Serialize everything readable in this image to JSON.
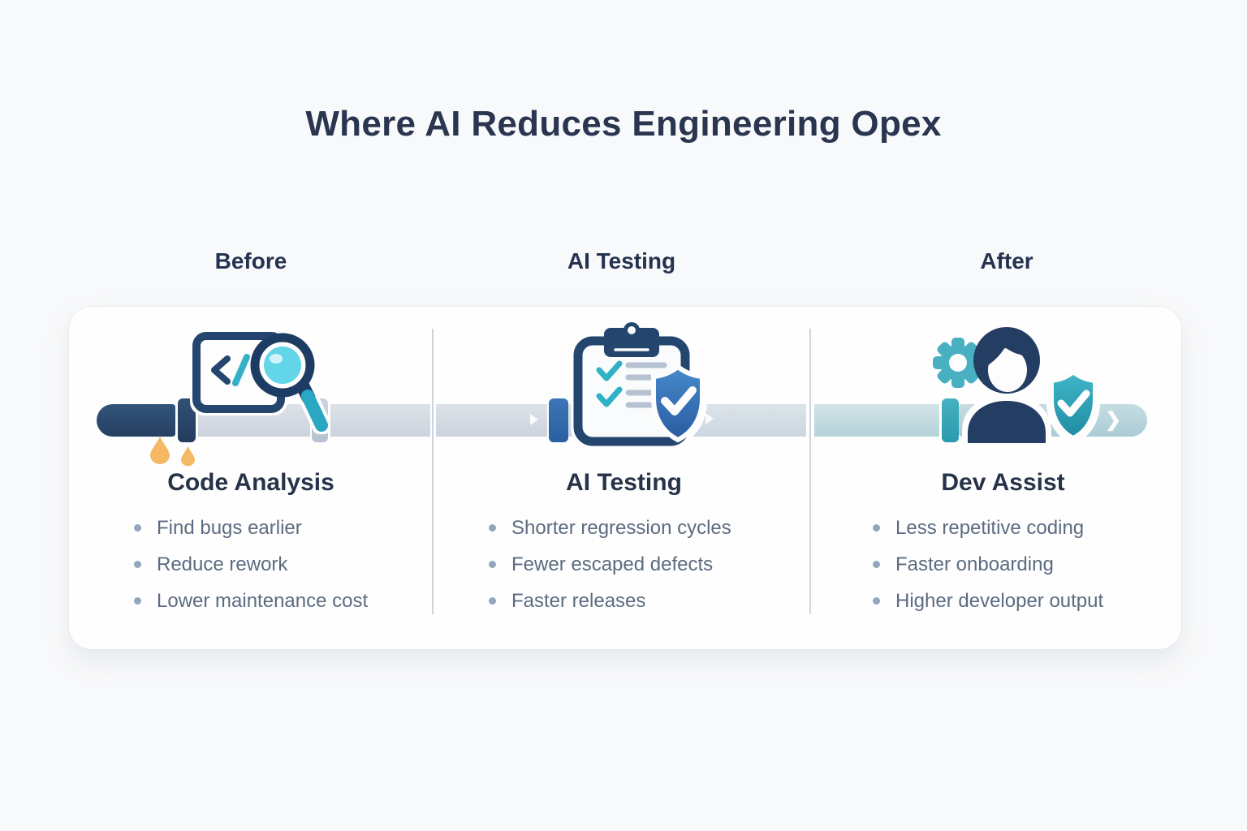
{
  "title": "Where AI Reduces Engineering Opex",
  "columns": [
    {
      "stage_label": "Before",
      "heading": "Code Analysis",
      "icon": "code-scan-magnifier-icon",
      "bullets": [
        "Find bugs earlier",
        "Reduce rework",
        "Lower maintenance cost"
      ]
    },
    {
      "stage_label": "AI Testing",
      "heading": "AI Testing",
      "icon": "testing-clipboard-shield-icon",
      "bullets": [
        "Shorter regression cycles",
        "Fewer escaped defects",
        "Faster releases"
      ]
    },
    {
      "stage_label": "After",
      "heading": "Dev Assist",
      "icon": "gear-developer-shield-icon",
      "bullets": [
        "Less repetitive coding",
        "Faster onboarding",
        "Higher developer output"
      ]
    }
  ],
  "graphics": {
    "pipeline": "horizontal-pipe-flow",
    "leak_drops_count": 2,
    "flow_direction": "left-to-right"
  },
  "palette": {
    "background": "#f8f9fa",
    "card": "#fefefe",
    "title_navy": "#2a3550",
    "bullet_gray": "#5c6b80",
    "pipe_navy": "#2c4a6e",
    "pipe_gray": "#d5dbe3",
    "pipe_teal_light": "#c0d8de",
    "joint_blue": "#2f6cb2",
    "joint_teal": "#36a9ba",
    "leak_amber": "#f5b966",
    "accent_teal": "#35b0c8",
    "shield_blue": "#3579c0",
    "shield_teal": "#2ba3b8"
  }
}
